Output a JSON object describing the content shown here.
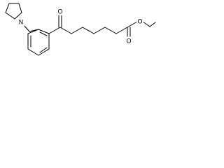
{
  "molecule": {
    "atoms": {
      "nitrogen": "N",
      "ketone_oxygen": "O",
      "ester_carbonyl_oxygen": "O",
      "ester_ether_oxygen": "O"
    }
  },
  "colors": {
    "bond": "#000000",
    "background": "#ffffff"
  }
}
